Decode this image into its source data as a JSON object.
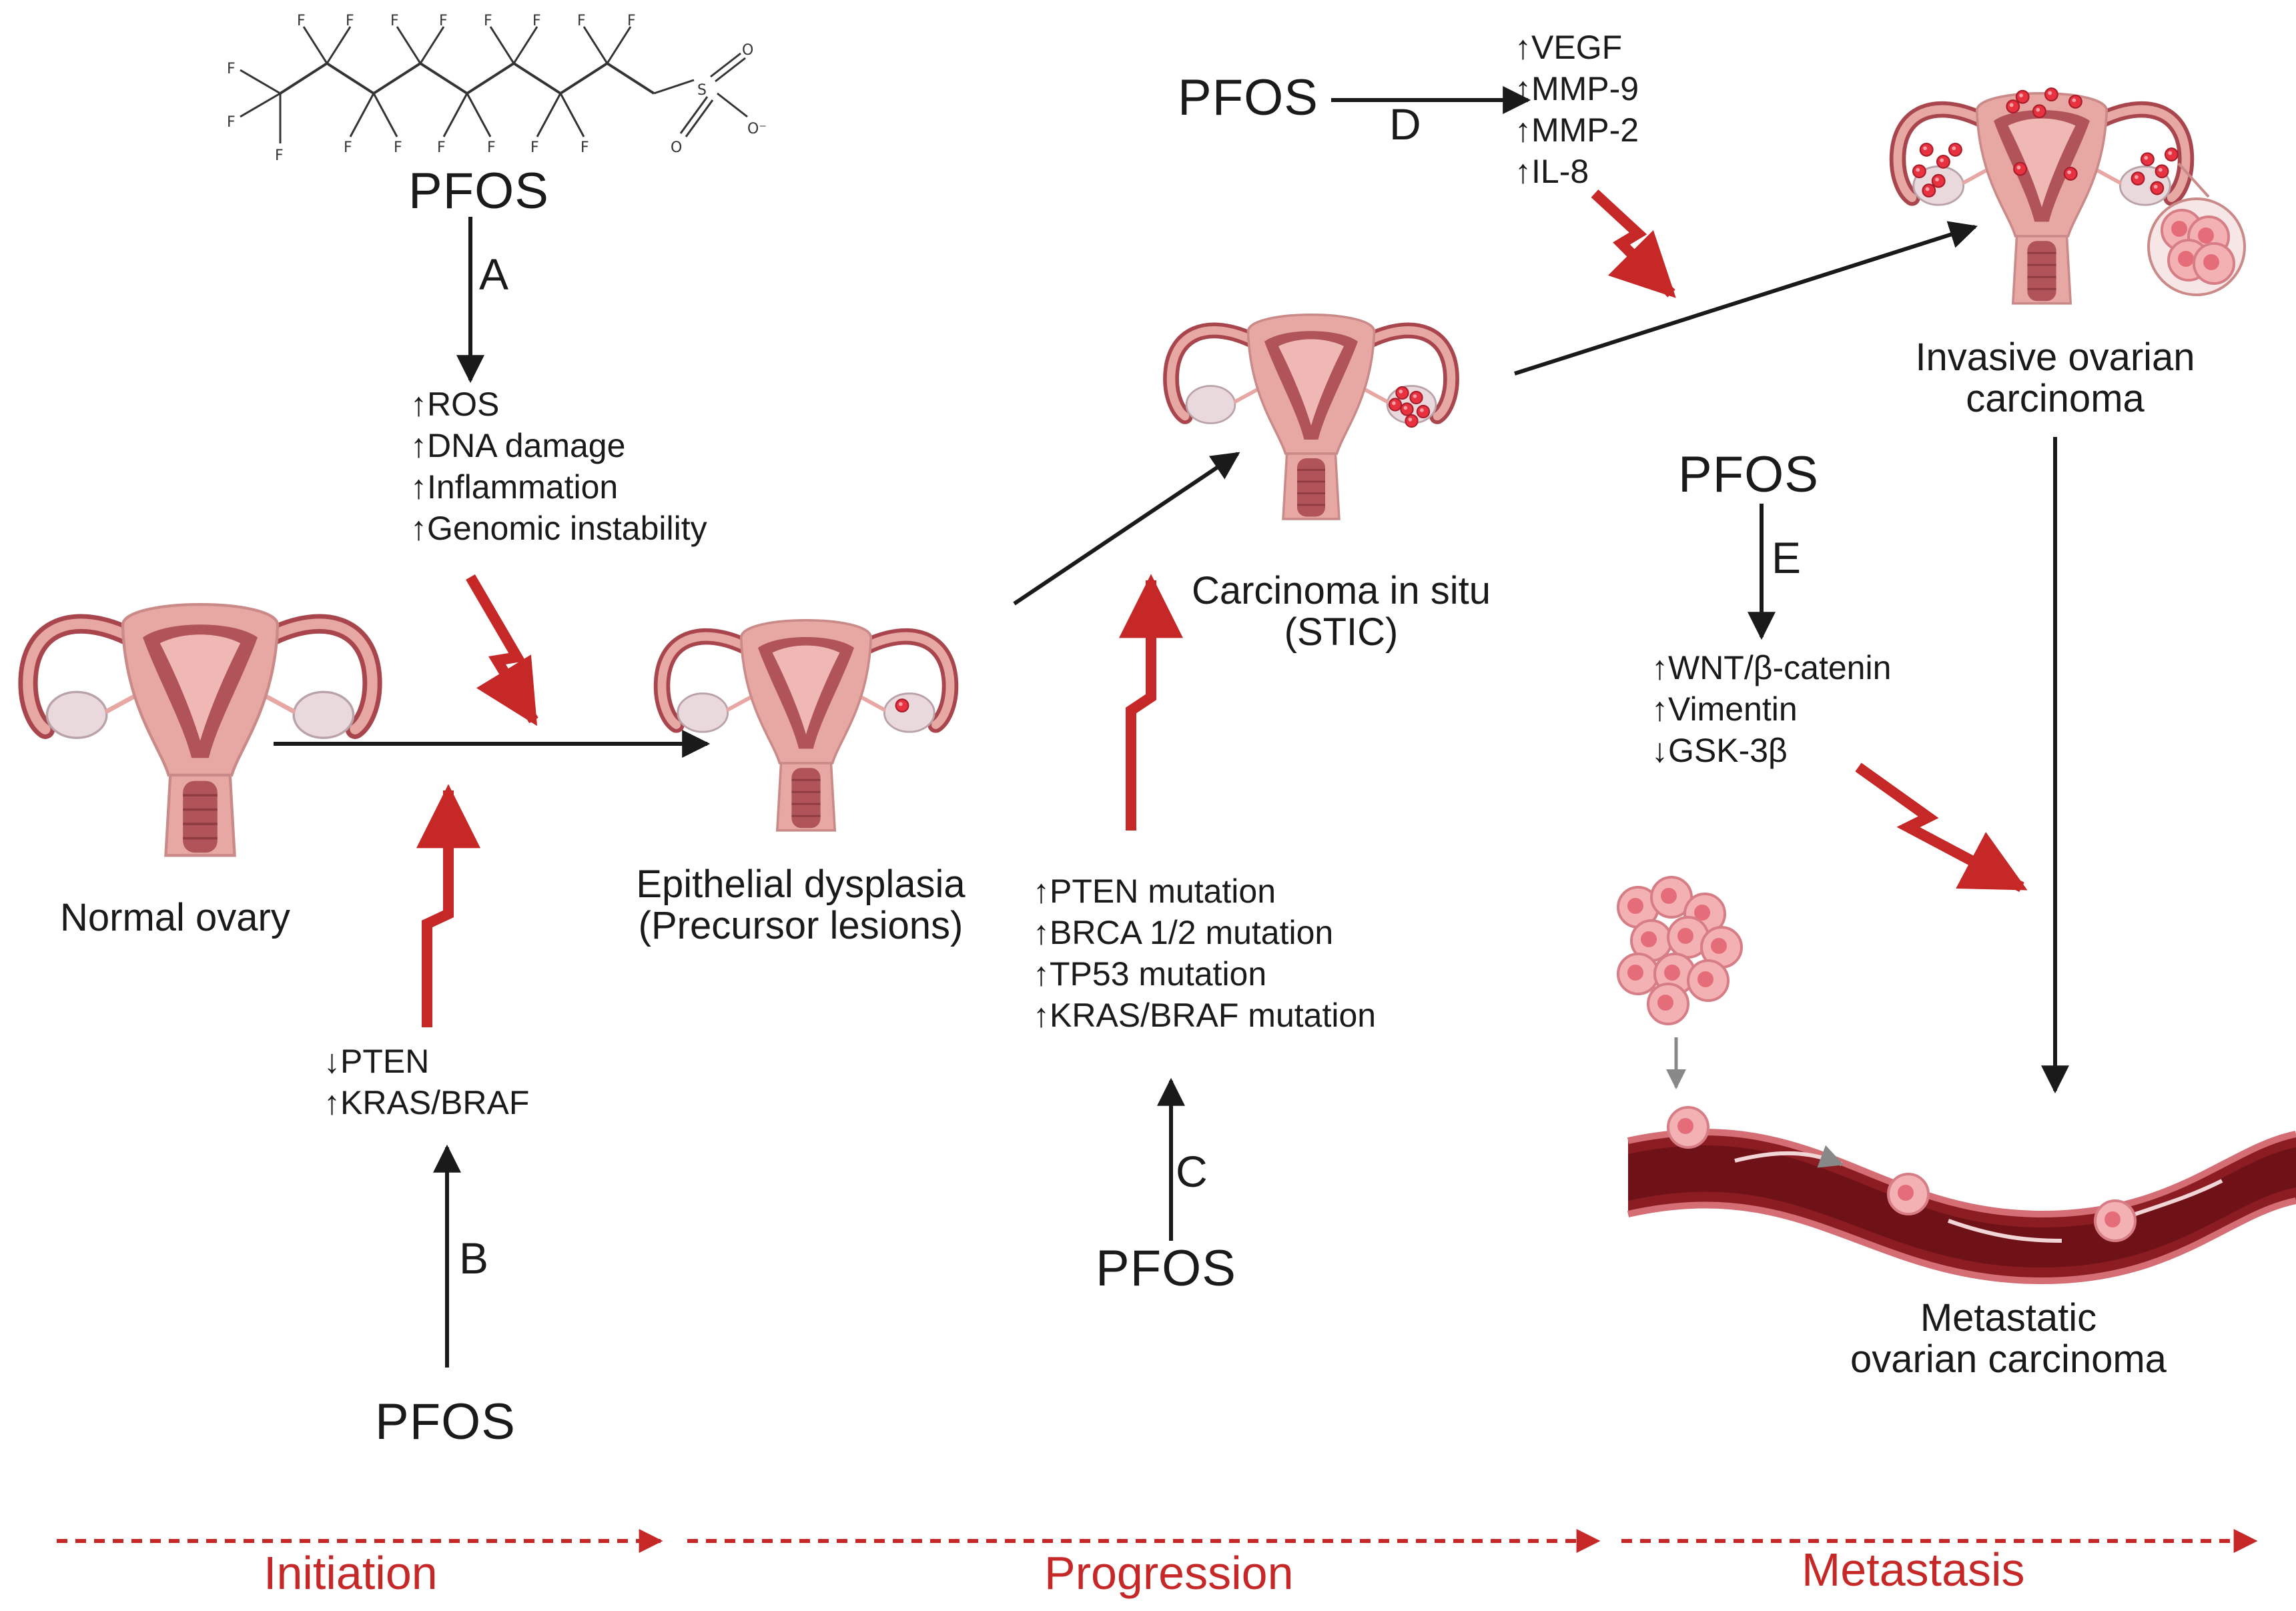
{
  "pfos_label": "PFOS",
  "molecule": {
    "f_atom": "F",
    "s_atom": "S",
    "o_atom": "O",
    "o_minus": "O⁻"
  },
  "pathways": {
    "A": {
      "letter": "A",
      "effects": [
        "↑ROS",
        "↑DNA damage",
        "↑Inflammation",
        "↑Genomic instability"
      ]
    },
    "B": {
      "letter": "B",
      "effects": [
        "↓PTEN",
        "↑KRAS/BRAF"
      ]
    },
    "C": {
      "letter": "C",
      "effects": [
        "↑PTEN mutation",
        "↑BRCA 1/2 mutation",
        "↑TP53 mutation",
        "↑KRAS/BRAF mutation"
      ]
    },
    "D": {
      "letter": "D",
      "effects": [
        "↑VEGF",
        "↑MMP-9",
        "↑MMP-2",
        "↑IL-8"
      ]
    },
    "E": {
      "letter": "E",
      "effects": [
        "↑WNT/β-catenin",
        "↑Vimentin",
        "↓GSK-3β"
      ]
    }
  },
  "stages": {
    "normal": "Normal ovary",
    "dysplasia": [
      "Epithelial dysplasia",
      "(Precursor lesions)"
    ],
    "insitu": [
      "Carcinoma in situ",
      "(STIC)"
    ],
    "invasive": [
      "Invasive ovarian",
      "carcinoma"
    ],
    "metastatic": [
      "Metastatic",
      "ovarian carcinoma"
    ]
  },
  "phases": [
    "Initiation",
    "Progression",
    "Metastasis"
  ],
  "colors": {
    "arrow": "#1a1a1a",
    "lightning": "#c62828",
    "phase": "#c62828",
    "uterus": "#e7a7a3",
    "uterus_dark": "#a9454c",
    "tumor": "#e8323f",
    "vessel": "#8a1c22"
  }
}
